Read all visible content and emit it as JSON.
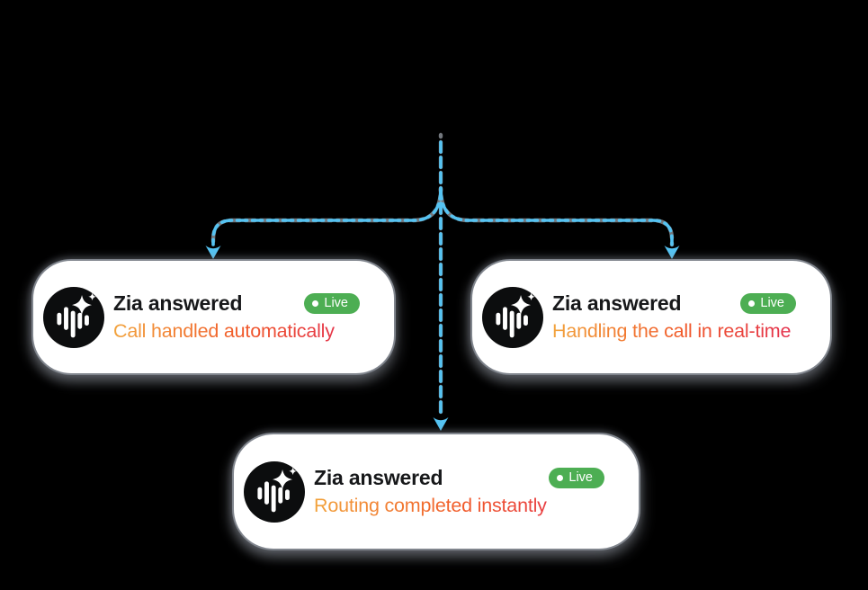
{
  "colors": {
    "background": "#000000",
    "connector_blue": "#55C3F2",
    "connector_gray": "#8E959C",
    "card_bg": "#FFFFFF",
    "card_border": "#80858D",
    "title_text": "#17181A",
    "badge_bg": "#4DAE53",
    "badge_text": "#FFFFFF",
    "gradient_start": "#F2A33C",
    "gradient_mid": "#F15A29",
    "gradient_end": "#E02458",
    "icon_bg": "#0C0D0E",
    "icon_glyph": "#FFFFFF"
  },
  "cards": [
    {
      "title": "Zia answered",
      "badge": "Live",
      "subtitle": "Call handled automatically"
    },
    {
      "title": "Zia answered",
      "badge": "Live",
      "subtitle": "Handling the call in real-time"
    },
    {
      "title": "Zia answered",
      "badge": "Live",
      "subtitle": "Routing completed instantly"
    }
  ],
  "icons": {
    "avatar": "zia-sparkle-waveform-icon",
    "badge_dot": "live-dot-icon",
    "arrowhead": "arrowhead-down-icon"
  }
}
